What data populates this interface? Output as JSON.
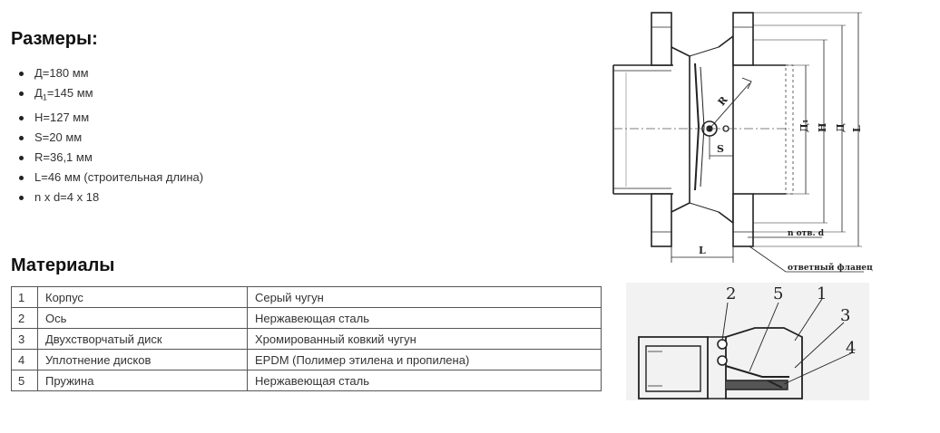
{
  "sizes": {
    "heading": "Размеры:",
    "items": [
      {
        "pre": "Д=180 мм",
        "sub": "",
        "post": ""
      },
      {
        "pre": "Д",
        "sub": "1",
        "post": "=145 мм"
      },
      {
        "pre": "Н=127 мм",
        "sub": "",
        "post": ""
      },
      {
        "pre": "S=20 мм",
        "sub": "",
        "post": ""
      },
      {
        "pre": "R=36,1 мм",
        "sub": "",
        "post": ""
      },
      {
        "pre": "L=46 мм (строительная длина)",
        "sub": "",
        "post": ""
      },
      {
        "pre": "n x d=4 x 18",
        "sub": "",
        "post": ""
      }
    ]
  },
  "materials": {
    "heading": "Материалы",
    "rows": [
      {
        "num": "1",
        "part": "Корпус",
        "material": "Серый чугун"
      },
      {
        "num": "2",
        "part": "Ось",
        "material": "Нержавеющая сталь"
      },
      {
        "num": "3",
        "part": "Двухстворчатый диск",
        "material": "Хромированный ковкий чугун"
      },
      {
        "num": "4",
        "part": "Уплотнение дисков",
        "material": "EPDM (Полимер этилена и пропилена)"
      },
      {
        "num": "5",
        "part": "Пружина",
        "material": "Нержавеющая сталь"
      }
    ]
  },
  "drawing": {
    "label_R": "R",
    "label_S": "S",
    "label_D1": "Д₁",
    "label_H": "Н",
    "label_D": "Д",
    "label_L_vert": "L",
    "label_L": "L",
    "label_holes": "n отв. d",
    "label_flange": "ответный фланец"
  },
  "section": {
    "callouts": [
      "2",
      "5",
      "1",
      "3",
      "4"
    ]
  }
}
